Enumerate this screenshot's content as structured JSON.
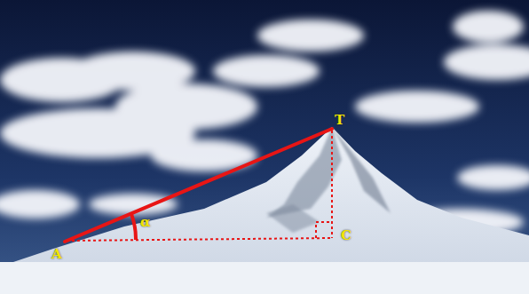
{
  "diagram": {
    "labels": [
      "T",
      "A",
      "C",
      "α"
    ]
  }
}
